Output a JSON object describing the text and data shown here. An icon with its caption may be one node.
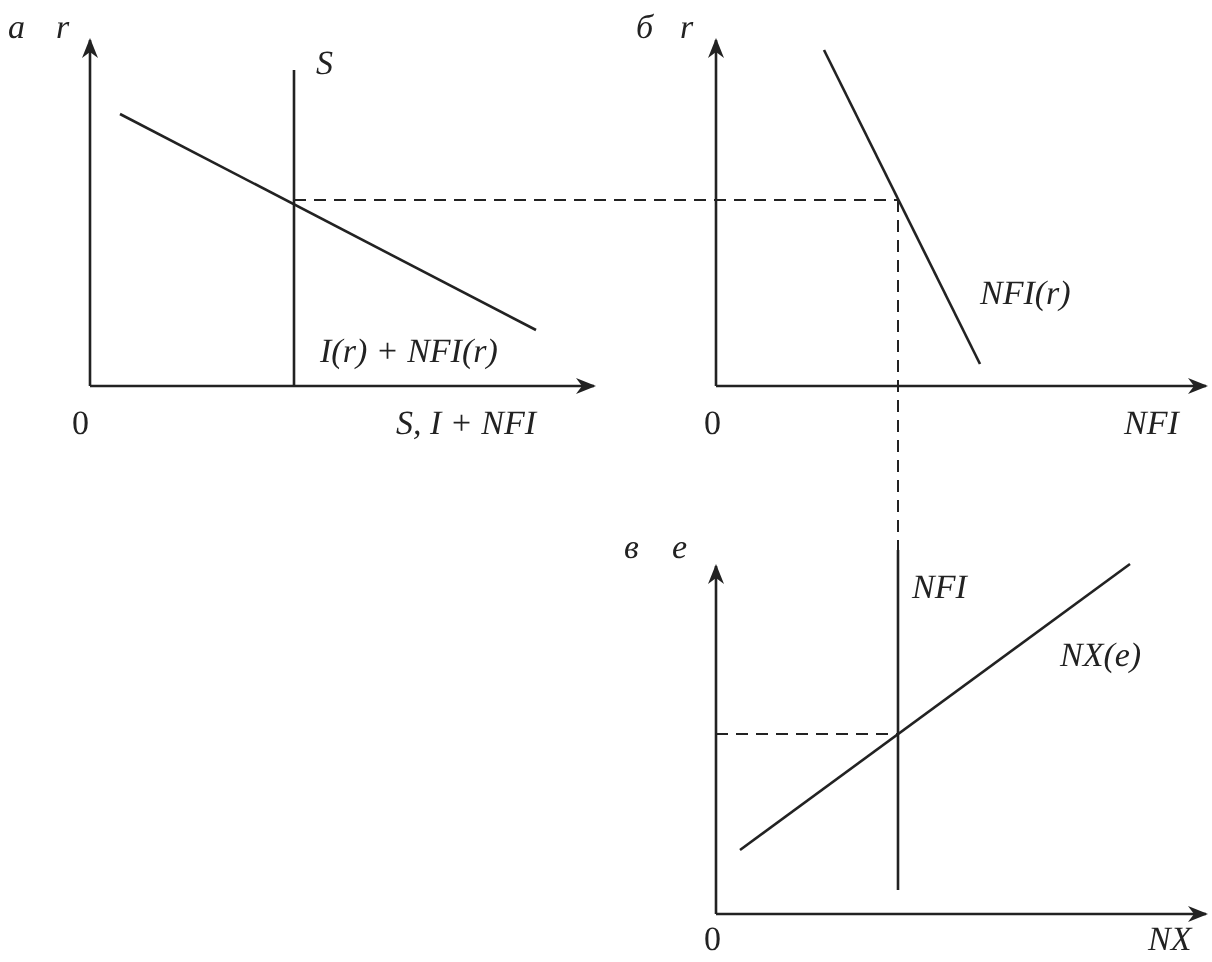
{
  "diagram": {
    "labels": [
      "а",
      "r",
      "S",
      "I(r) + NFI(r)",
      "0",
      "S, I + NFI",
      "б",
      "r",
      "NFI(r)",
      "0",
      "NFI",
      "в",
      "e",
      "NFI",
      "NX(e)",
      "0",
      "NX"
    ]
  }
}
